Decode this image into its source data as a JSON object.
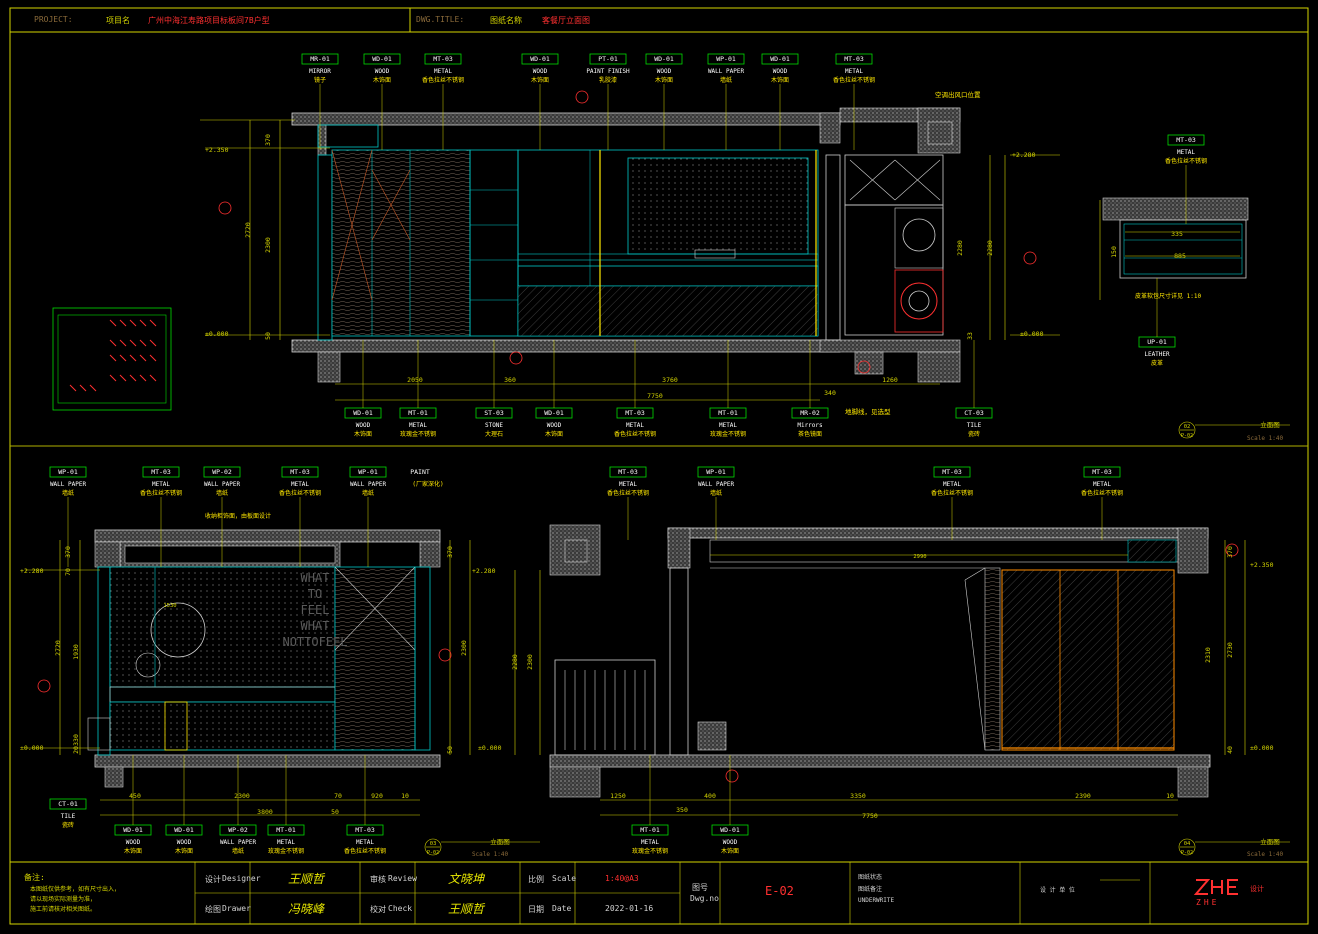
{
  "header": {
    "project_label": "PROJECT:",
    "project_cn": "项目名",
    "project_name": "广州中海江寿路项目标板间7B户型",
    "dwg_label": "DWG.TITLE:",
    "dwg_cn": "图纸名称",
    "dwg_name": "客餐厅立面图"
  },
  "colors": {
    "frame": "#d4d400",
    "wall": "#cfcfcf",
    "dimension": "#d4d400",
    "tag_box": "#00dd00",
    "tag_text": "#ffffff",
    "section_red": "#ff3030",
    "cyan": "#00c8c8",
    "orange": "#ff8c00"
  },
  "elevation_02": {
    "top_tags": [
      {
        "code": "MR-01",
        "en": "MIRROR",
        "cn": "镜子"
      },
      {
        "code": "WD-01",
        "en": "WOOD",
        "cn": "木饰面"
      },
      {
        "code": "MT-03",
        "en": "METAL",
        "cn": "香色拉丝不锈钢"
      },
      {
        "code": "WD-01",
        "en": "WOOD",
        "cn": "木饰面"
      },
      {
        "code": "PT-01",
        "en": "PAINT FINISH",
        "cn": "乳胶漆"
      },
      {
        "code": "WD-01",
        "en": "WOOD",
        "cn": "木饰面"
      },
      {
        "code": "WP-01",
        "en": "WALL PAPER",
        "cn": "墙纸"
      },
      {
        "code": "WD-01",
        "en": "WOOD",
        "cn": "木饰面"
      },
      {
        "code": "MT-03",
        "en": "METAL",
        "cn": "香色拉丝不锈钢"
      }
    ],
    "bottom_tags": [
      {
        "code": "WD-01",
        "en": "WOOD",
        "cn": "木饰面"
      },
      {
        "code": "MT-01",
        "en": "METAL",
        "cn": "玫瑰金不锈钢"
      },
      {
        "code": "ST-03",
        "en": "STONE",
        "cn": "大理石"
      },
      {
        "code": "WD-01",
        "en": "WOOD",
        "cn": "木饰面"
      },
      {
        "code": "MT-03",
        "en": "METAL",
        "cn": "香色拉丝不锈钢"
      },
      {
        "code": "MT-01",
        "en": "METAL",
        "cn": "玫瑰金不锈钢"
      },
      {
        "code": "MR-02",
        "en": "Mirrors",
        "cn": "茶色镜面"
      },
      {
        "code": "CT-03",
        "en": "TILE",
        "cn": "瓷砖"
      }
    ],
    "levels": [
      "+2.350",
      "±0.000",
      "+2.280",
      "±0.000"
    ],
    "vertical_dims": [
      "370",
      "2720",
      "2300",
      "50",
      "2280",
      "2280",
      "33"
    ],
    "horizontal_dims": [
      "2050",
      "360",
      "3760",
      "7750",
      "340",
      "1260"
    ],
    "note_ceiling": "空调出风口位置",
    "note_floor": "地脚线，见选型",
    "title": "立面图",
    "scale": "Scale 1:40",
    "code": "02",
    "sheet": "P-02"
  },
  "detail": {
    "tag_top": {
      "code": "MT-03",
      "en": "METAL",
      "cn": "香色拉丝不锈钢"
    },
    "tag_bottom": {
      "code": "UP-01",
      "en": "LEATHER",
      "cn": "皮革"
    },
    "dims": [
      "335",
      "885",
      "150"
    ],
    "note": "皮革软包尺寸详见 1:10"
  },
  "elevation_03": {
    "top_tags": [
      {
        "code": "WP-01",
        "en": "WALL PAPER",
        "cn": "墙纸"
      },
      {
        "code": "MT-03",
        "en": "METAL",
        "cn": "香色拉丝不锈钢"
      },
      {
        "code": "WP-02",
        "en": "WALL PAPER",
        "cn": "墙纸"
      },
      {
        "code": "MT-03",
        "en": "METAL",
        "cn": "香色拉丝不锈钢"
      },
      {
        "code": "WP-01",
        "en": "WALL PAPER",
        "cn": "墙纸"
      }
    ],
    "paint_tag": {
      "code": "PAINT",
      "cn": "(厂家深化)"
    },
    "note": "收纳柜饰面，由板面设计",
    "bottom_tags": [
      {
        "code": "WD-01",
        "en": "WOOD",
        "cn": "木饰面"
      },
      {
        "code": "WD-01",
        "en": "WOOD",
        "cn": "木饰面"
      },
      {
        "code": "WP-02",
        "en": "WALL PAPER",
        "cn": "墙纸"
      },
      {
        "code": "MT-01",
        "en": "METAL",
        "cn": "玫瑰金不锈钢"
      },
      {
        "code": "MT-03",
        "en": "METAL",
        "cn": "香色拉丝不锈钢"
      }
    ],
    "left_tag": {
      "code": "CT-01",
      "en": "TILE",
      "cn": "瓷砖"
    },
    "levels": [
      "+2.280",
      "±0.000"
    ],
    "vertical_dims": [
      "370",
      "70",
      "2720",
      "1930",
      "330",
      "20",
      "370",
      "2300",
      "50"
    ],
    "horizontal_dims": [
      "450",
      "2300",
      "70",
      "920",
      "10",
      "3800",
      "50"
    ],
    "inner_dim": "1530",
    "wall_text": [
      "WHAT",
      "TO",
      "FEEL",
      "WHAT",
      "NOTTOFEEL"
    ],
    "title": "立面图",
    "scale": "Scale 1:40",
    "code": "03",
    "sheet": "P-02"
  },
  "elevation_04": {
    "top_tags": [
      {
        "code": "MT-03",
        "en": "METAL",
        "cn": "香色拉丝不锈钢"
      },
      {
        "code": "WP-01",
        "en": "WALL PAPER",
        "cn": "墙纸"
      },
      {
        "code": "MT-03",
        "en": "METAL",
        "cn": "香色拉丝不锈钢"
      },
      {
        "code": "MT-03",
        "en": "METAL",
        "cn": "香色拉丝不锈钢"
      }
    ],
    "bottom_tags": [
      {
        "code": "MT-01",
        "en": "METAL",
        "cn": "玫瑰金不锈钢"
      },
      {
        "code": "WD-01",
        "en": "WOOD",
        "cn": "木饰面"
      }
    ],
    "levels": [
      "+2.280",
      "+2.350",
      "±0.000",
      "±0.000"
    ],
    "vertical_dims": [
      "2280",
      "2300",
      "2310",
      "2730",
      "370",
      "40"
    ],
    "horizontal_dims": [
      "1250",
      "350",
      "400",
      "3350",
      "2390",
      "10",
      "7750"
    ],
    "inner_dim": "2990",
    "title": "立面图",
    "scale": "Scale 1:40",
    "code": "04",
    "sheet": "P-02"
  },
  "title_block": {
    "note_label": "备注:",
    "note_lines": [
      "本图纸仅供参考，如有尺寸出入，",
      "请以现场实际测量为准，",
      "施工前请核对相关图纸。"
    ],
    "design_cn": "设计",
    "design_en": "Designer",
    "design_sign": "王顺哲",
    "draw_cn": "绘图",
    "draw_en": "Drawer",
    "draw_sign": "冯晓峰",
    "review_cn": "审核",
    "review_en": "Review",
    "review_sign": "文晓坤",
    "check_cn": "校对",
    "check_en": "Check",
    "check_sign": "王顺哲",
    "scale_cn": "比例",
    "scale_en": "Scale",
    "scale_value": "1:40@A3",
    "date_cn": "日期",
    "date_en": "Date",
    "date_value": "2022-01-16",
    "dwg_cn": "图号",
    "dwg_en": "Dwg.no",
    "dwg_value": "E-02",
    "status_cn": "图纸状态",
    "status_cn2": "图纸备注",
    "status_en": "UNDERWRITE",
    "company_sub": "设 计 单 位",
    "logo": "ZHE",
    "logo_sub": "设计"
  }
}
